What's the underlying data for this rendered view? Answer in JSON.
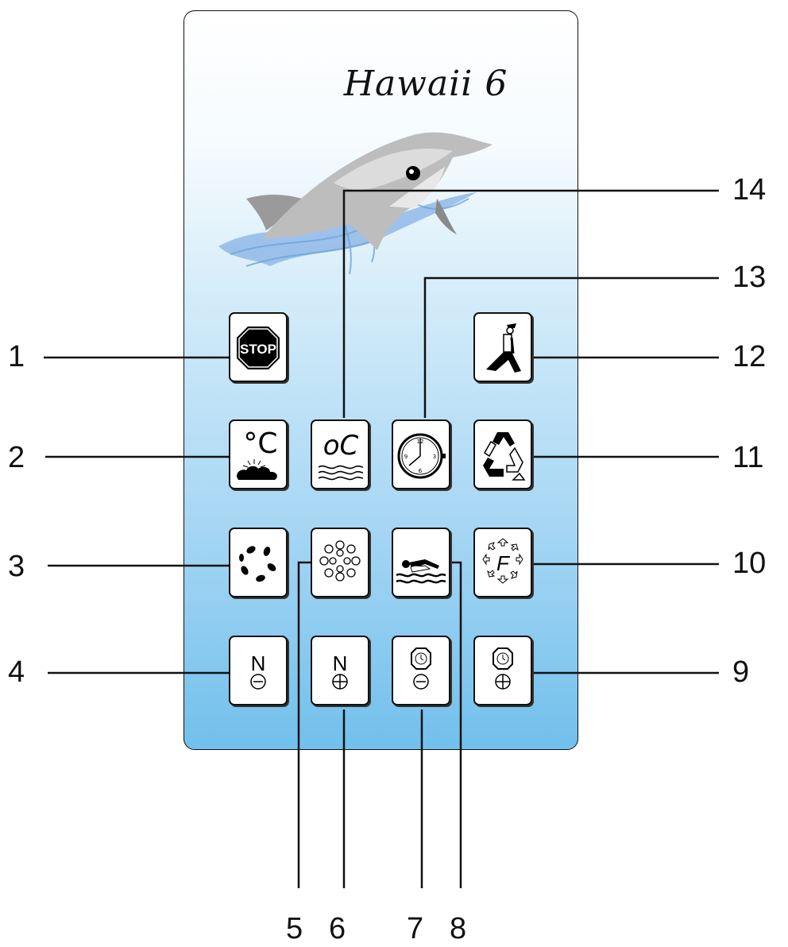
{
  "panel": {
    "title": "Hawaii 6"
  },
  "callouts": [
    "1",
    "2",
    "3",
    "4",
    "5",
    "6",
    "7",
    "8",
    "9",
    "10",
    "11",
    "12",
    "13",
    "14"
  ],
  "buttons": {
    "stop": {
      "label": "STOP",
      "icon": "stop-sign-icon"
    },
    "heat_air": {
      "label": "°C",
      "icon": "sun-cloud-temperature-icon"
    },
    "heat_water": {
      "label": "oC",
      "icon": "water-temperature-icon"
    },
    "timer": {
      "icon": "clock-icon"
    },
    "recycle": {
      "icon": "recycle-icon"
    },
    "walker": {
      "icon": "person-walking-icon"
    },
    "jets_small": {
      "icon": "jets-icon"
    },
    "jets_ring": {
      "icon": "bubbles-icon"
    },
    "swim": {
      "icon": "swimmer-icon"
    },
    "filter": {
      "label": "F",
      "icon": "filter-cycle-icon"
    },
    "n_minus": {
      "label": "N",
      "icon": "minus-icon"
    },
    "n_plus": {
      "label": "N",
      "icon": "plus-icon"
    },
    "time_minus": {
      "icon": "watch-minus-icon"
    },
    "time_plus": {
      "icon": "watch-plus-icon"
    }
  },
  "colors": {
    "panel_top": "#ffffff",
    "panel_bottom": "#71c0ec",
    "line": "#111111"
  }
}
